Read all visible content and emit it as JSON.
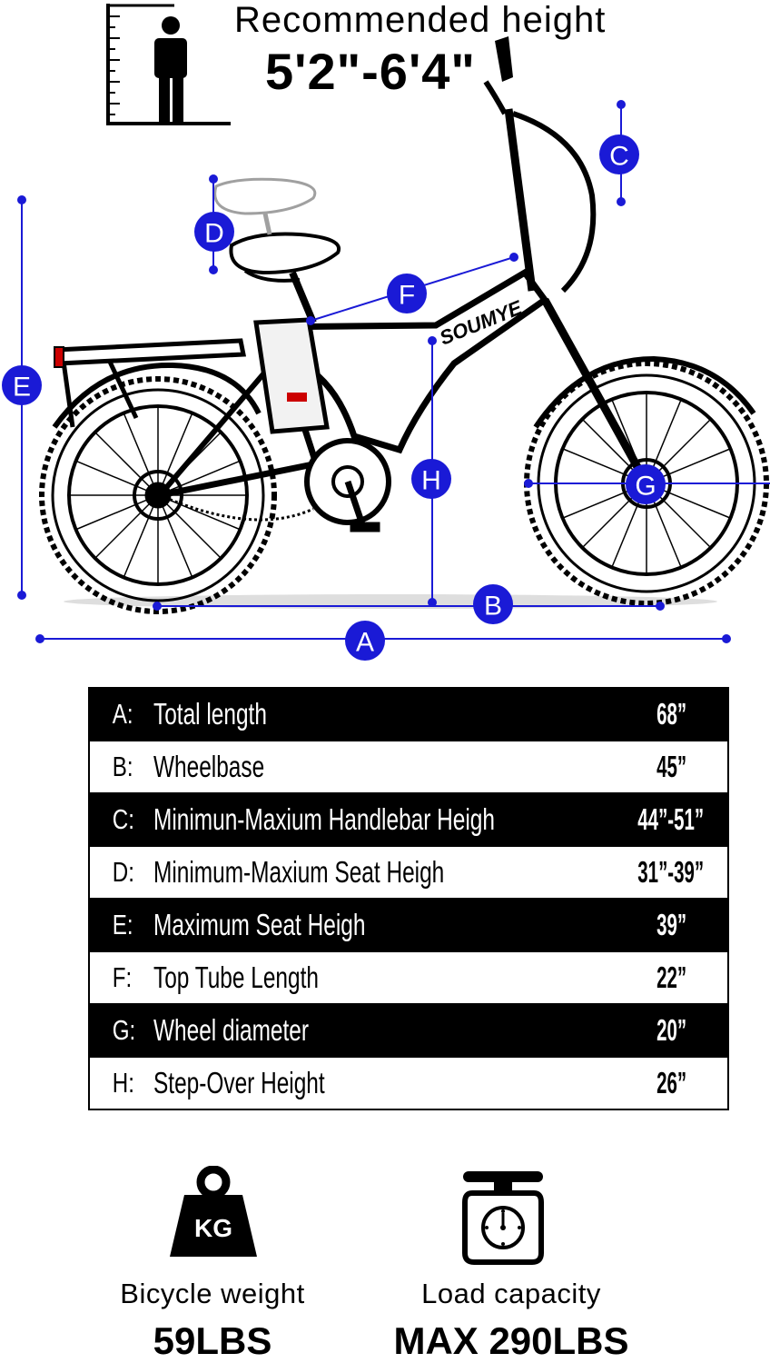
{
  "header": {
    "title": "Recommended height",
    "range": "5'2\"-6'4\""
  },
  "brand": "SOUMYE",
  "dimension_markers": [
    "A",
    "B",
    "C",
    "D",
    "E",
    "F",
    "G",
    "H"
  ],
  "specs": [
    {
      "letter": "A:",
      "label": "Total length",
      "value": "68”"
    },
    {
      "letter": "B:",
      "label": "Wheelbase",
      "value": "45”"
    },
    {
      "letter": "C:",
      "label": "Minimun-Maxium Handlebar Heigh",
      "value": "44”-51”"
    },
    {
      "letter": "D:",
      "label": "Minimum-Maxium Seat Heigh",
      "value": "31”-39”"
    },
    {
      "letter": "E:",
      "label": "Maximum Seat Heigh",
      "value": "39”"
    },
    {
      "letter": "F:",
      "label": "Top Tube Length",
      "value": "22”"
    },
    {
      "letter": "G:",
      "label": "Wheel diameter",
      "value": "20”"
    },
    {
      "letter": "H:",
      "label": "Step-Over Height",
      "value": "26”"
    }
  ],
  "weight": {
    "icon_text": "KG",
    "label": "Bicycle weight",
    "value": "59LBS"
  },
  "load": {
    "label": "Load capacity",
    "value": "MAX 290LBS"
  },
  "colors": {
    "marker": "#1a1ad6",
    "line": "#1a1ad6",
    "ink": "#000000"
  }
}
